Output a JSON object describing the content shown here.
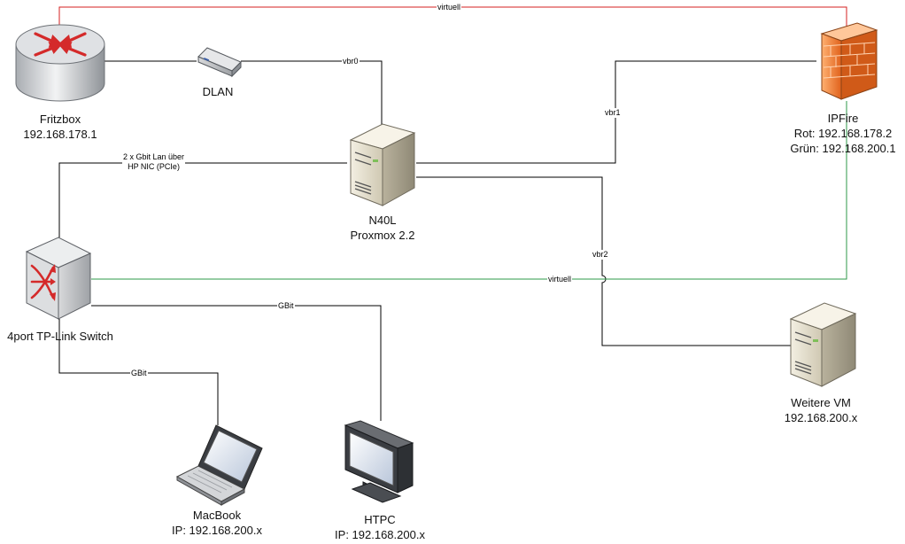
{
  "nodes": {
    "fritzbox": {
      "name": "Fritzbox",
      "ip": "192.168.178.1",
      "icon": "router-icon"
    },
    "dlan": {
      "name": "DLAN",
      "icon": "dlan-adapter-icon"
    },
    "n40l": {
      "name": "N40L",
      "sub": "Proxmox 2.2",
      "icon": "server-icon"
    },
    "ipfire": {
      "name": "IPFire",
      "line2": "Rot: 192.168.178.2",
      "line3": "Grün: 192.168.200.1",
      "icon": "firewall-icon"
    },
    "switch": {
      "name": "4port TP-Link Switch",
      "icon": "switch-icon"
    },
    "weitere_vm": {
      "name": "Weitere VM",
      "ip": "192.168.200.x",
      "icon": "server-icon"
    },
    "macbook": {
      "name": "MacBook",
      "ip": "IP: 192.168.200.x",
      "icon": "laptop-icon"
    },
    "htpc": {
      "name": "HTPC",
      "ip": "IP: 192.168.200.x",
      "icon": "monitor-icon"
    }
  },
  "edges": {
    "virtuell_red": "virtuell",
    "vbr0": "vbr0",
    "vbr1": "vbr1",
    "vbr2": "vbr2",
    "nic_line1": "2 x Gbit Lan über",
    "nic_line2": "HP NIC (PCIe)",
    "virtuell_green": "virtuell",
    "gbit_htpc": "GBit",
    "gbit_macbook": "GBit"
  },
  "colors": {
    "line": "#000000",
    "virtual_red": "#d62020",
    "virtual_green": "#2e9a4a",
    "firewall": "#f07a2a",
    "router_arrows": "#d42a2a"
  }
}
